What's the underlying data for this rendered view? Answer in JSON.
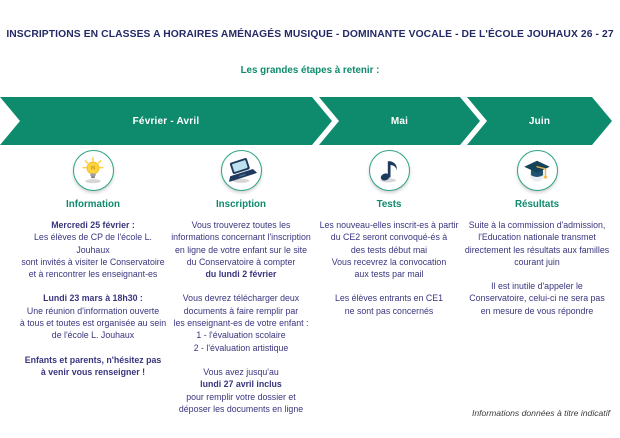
{
  "title": "INSCRIPTIONS EN CLASSES A HORAIRES AMÉNAGÉS MUSIQUE - DOMINANTE VOCALE - DE L'ÉCOLE JOUHAUX  26 - 27",
  "subtitle": "Les grandes étapes à retenir :",
  "colors": {
    "accent_green": "#0e8a6d",
    "navy_title": "#252a66",
    "body_indigo": "#39357e",
    "bulb_yellow": "#ffd23f",
    "icon_navy": "#1e3a5f",
    "tassel_yellow": "#f2b53a"
  },
  "timeline": {
    "segments": [
      {
        "label": "Février - Avril"
      },
      {
        "label": "Mai"
      },
      {
        "label": "Juin"
      }
    ]
  },
  "columns": [
    {
      "icon": "lightbulb-icon",
      "label": "Information",
      "paragraphs": [
        {
          "runs": [
            {
              "bold": true,
              "text": "Mercredi 25 février :"
            },
            {
              "bold": false,
              "text": "\nLes élèves de CP de l'école L. Jouhaux\nsont invités à visiter le Conservatoire\net à rencontrer les enseignant-es"
            }
          ]
        },
        {
          "runs": [
            {
              "bold": true,
              "text": "Lundi 23 mars à 18h30 :"
            },
            {
              "bold": false,
              "text": "\nUne réunion d'information ouverte\nà tous et toutes est organisée au sein\nde l'école L. Jouhaux"
            }
          ]
        },
        {
          "runs": [
            {
              "bold": true,
              "text": "Enfants et parents, n'hésitez pas\nà venir vous renseigner !"
            }
          ]
        }
      ]
    },
    {
      "icon": "laptop-icon",
      "label": "Inscription",
      "paragraphs": [
        {
          "runs": [
            {
              "bold": false,
              "text": "Vous trouverez toutes les\ninformations concernant l'inscription\nen ligne de votre enfant sur le site\ndu Conservatoire à compter\n"
            },
            {
              "bold": true,
              "text": "du lundi 2 février"
            }
          ]
        },
        {
          "runs": [
            {
              "bold": false,
              "text": "Vous devrez télécharger deux\ndocuments à faire remplir par\nles enseignant-es de votre enfant :\n1 - l'évaluation scolaire\n2 - l'évaluation artistique"
            }
          ]
        },
        {
          "runs": [
            {
              "bold": false,
              "text": "Vous avez jusqu'au\n"
            },
            {
              "bold": true,
              "text": "lundi 27 avril inclus"
            },
            {
              "bold": false,
              "text": "\npour remplir votre dossier et\ndéposer les documents en ligne"
            }
          ]
        }
      ]
    },
    {
      "icon": "music-note-icon",
      "label": "Tests",
      "paragraphs": [
        {
          "runs": [
            {
              "bold": false,
              "text": "Les nouveau-elles inscrit-es à partir\ndu CE2 seront convoqué-és à\ndes tests début mai\nVous recevrez la convocation\naux tests par mail"
            }
          ]
        },
        {
          "runs": [
            {
              "bold": false,
              "text": "Les élèves entrants en CE1\nne sont pas concernés"
            }
          ]
        }
      ]
    },
    {
      "icon": "graduation-cap-icon",
      "label": "Résultats",
      "paragraphs": [
        {
          "runs": [
            {
              "bold": false,
              "text": "Suite à la commission d'admission,\nl'Education nationale transmet\ndirectement les résultats aux familles\ncourant juin"
            }
          ]
        },
        {
          "runs": [
            {
              "bold": false,
              "text": "Il est inutile d'appeler le\nConservatoire, celui-ci ne sera pas\nen mesure de vous répondre"
            }
          ]
        }
      ]
    }
  ],
  "footer": "Informations données à titre indicatif"
}
